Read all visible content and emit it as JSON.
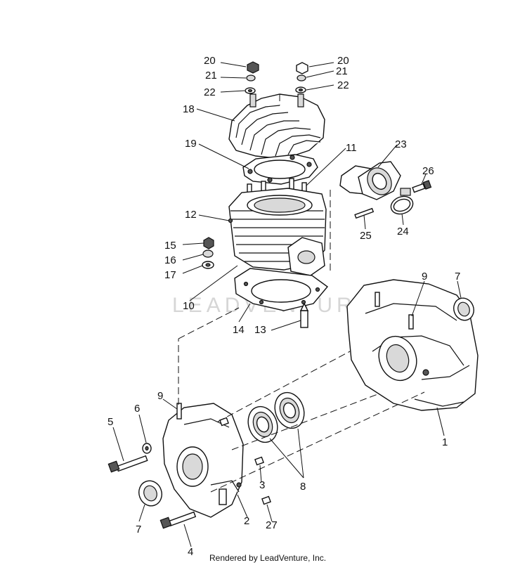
{
  "watermark": "LEADVENTURE",
  "footer": "Rendered by LeadVenture, Inc.",
  "callouts": {
    "c20a": "20",
    "c21a": "21",
    "c22a": "22",
    "c20b": "20",
    "c21b": "21",
    "c22b": "22",
    "c18": "18",
    "c19": "19",
    "c11": "11",
    "c23": "23",
    "c26": "26",
    "c12": "12",
    "c15": "15",
    "c16": "16",
    "c17": "17",
    "c25": "25",
    "c24": "24",
    "c10": "10",
    "c14": "14",
    "c13": "13",
    "c9a": "9",
    "c7a": "7",
    "c1": "1",
    "c9b": "9",
    "c6": "6",
    "c5": "5",
    "c8": "8",
    "c3": "3",
    "c7b": "7",
    "c2": "2",
    "c27": "27",
    "c4": "4"
  }
}
